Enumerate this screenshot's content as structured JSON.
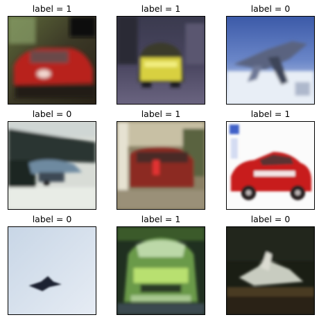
{
  "grid": {
    "items": [
      {
        "label": "label = 1",
        "scene": "red-car-front"
      },
      {
        "label": "label = 1",
        "scene": "yellow-car-rear"
      },
      {
        "label": "label = 0",
        "scene": "airplane-sky-snow"
      },
      {
        "label": "label = 0",
        "scene": "airplane-hangar"
      },
      {
        "label": "label = 1",
        "scene": "red-car-rear-street"
      },
      {
        "label": "label = 1",
        "scene": "red-sports-car-white"
      },
      {
        "label": "label = 0",
        "scene": "airplane-pale-sky"
      },
      {
        "label": "label = 1",
        "scene": "green-car-front"
      },
      {
        "label": "label = 0",
        "scene": "airplane-dark-runway"
      }
    ]
  }
}
